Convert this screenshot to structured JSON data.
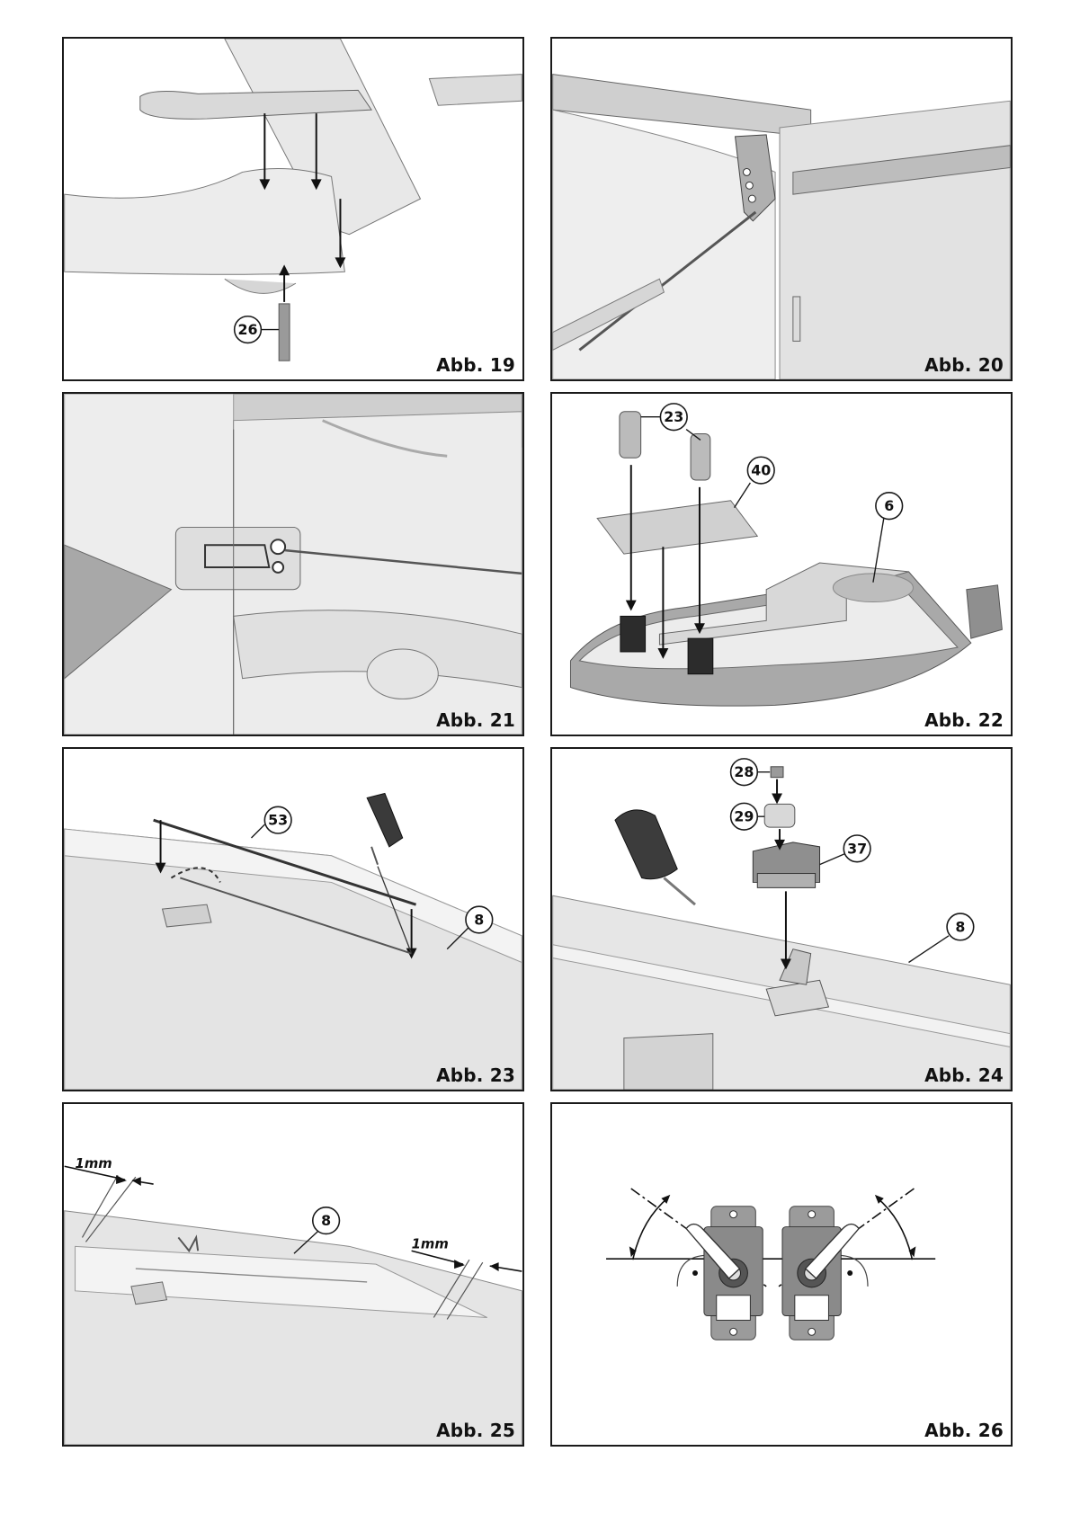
{
  "figures": [
    {
      "label": "Abb. 19",
      "callouts": [
        "26"
      ]
    },
    {
      "label": "Abb. 20",
      "callouts": []
    },
    {
      "label": "Abb. 21",
      "callouts": []
    },
    {
      "label": "Abb. 22",
      "callouts": [
        "23",
        "40",
        "6"
      ]
    },
    {
      "label": "Abb. 23",
      "callouts": [
        "53",
        "8"
      ]
    },
    {
      "label": "Abb. 24",
      "callouts": [
        "28",
        "29",
        "37",
        "8"
      ]
    },
    {
      "label": "Abb. 25",
      "callouts": [
        "8"
      ],
      "dimensions": [
        "1mm",
        "1mm"
      ]
    },
    {
      "label": "Abb. 26",
      "callouts": []
    }
  ],
  "colors": {
    "border": "#1a1a1a",
    "surface": "#e6e6e6",
    "shade": "#9a9a9a",
    "line": "#555555"
  }
}
